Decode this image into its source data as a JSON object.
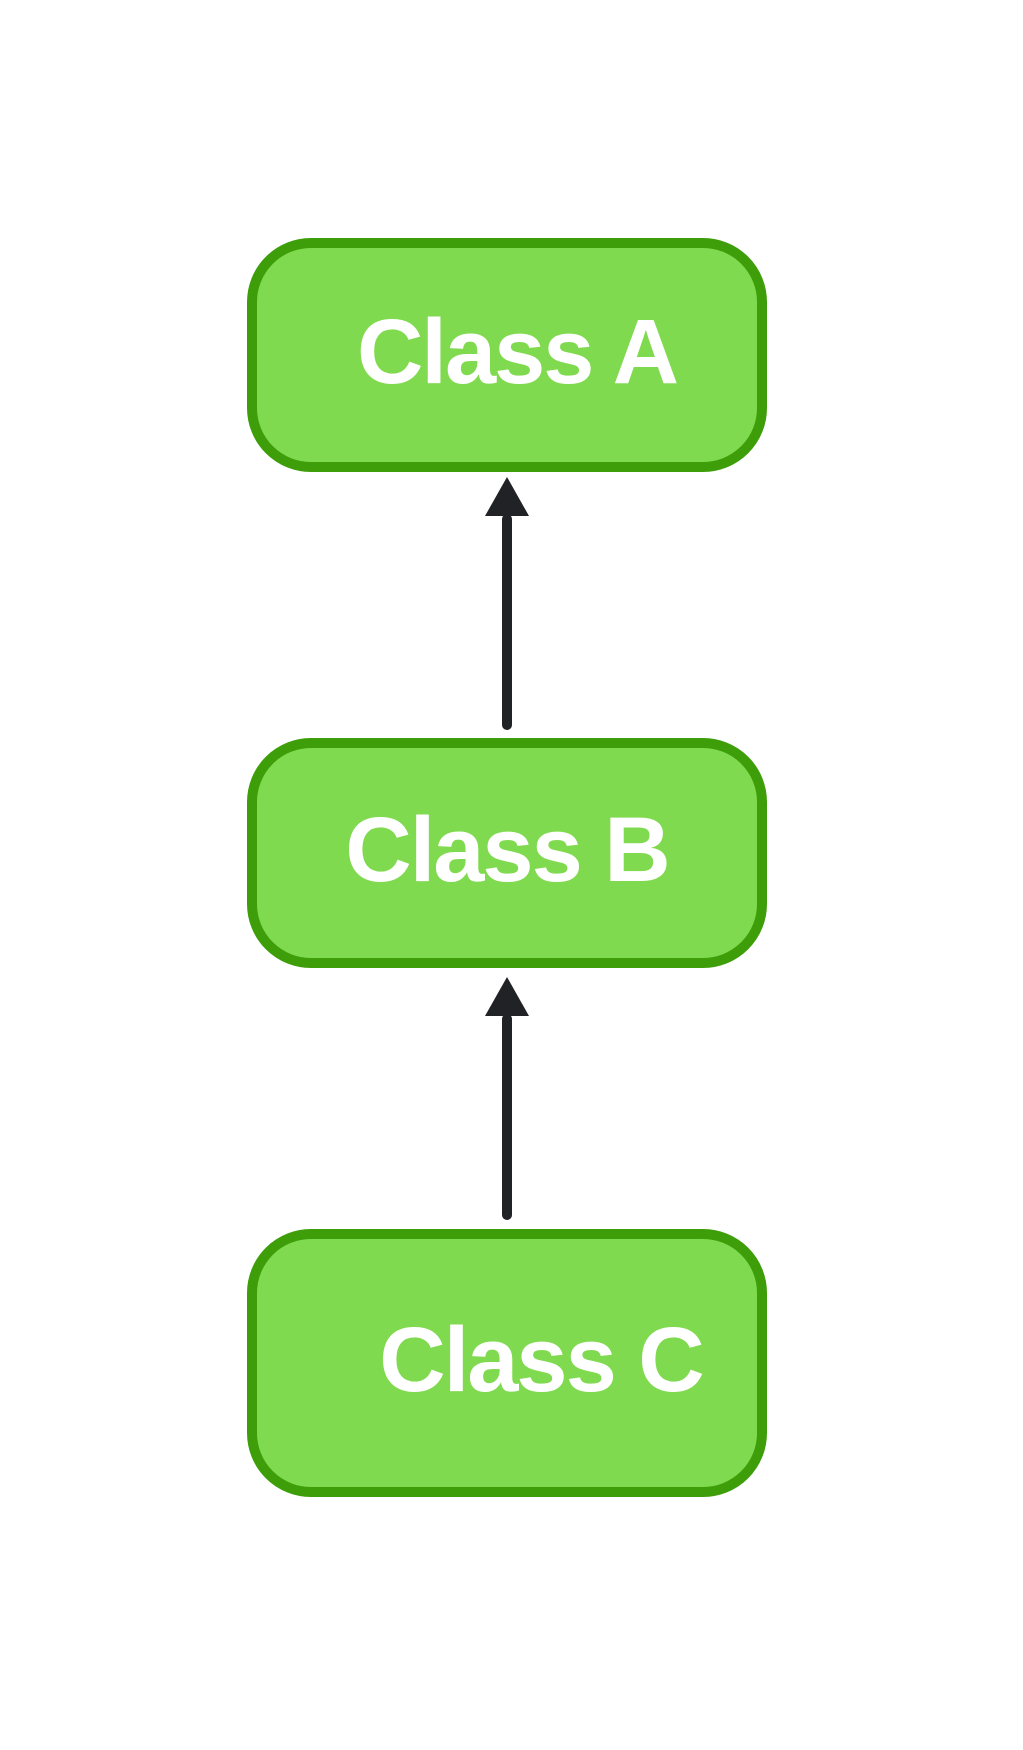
{
  "diagram": {
    "type": "flowchart",
    "direction": "bottom-to-top",
    "node_shape": "rounded-rectangle",
    "nodes": [
      {
        "id": "A",
        "label": "Class A"
      },
      {
        "id": "B",
        "label": "Class B"
      },
      {
        "id": "C",
        "label": "Class C"
      }
    ],
    "edges": [
      {
        "from": "B",
        "to": "A",
        "arrow": "solid-triangle-up"
      },
      {
        "from": "C",
        "to": "B",
        "arrow": "solid-triangle-up"
      }
    ],
    "colors": {
      "background": "#FFFFFF",
      "node_fill": "#80DA4F",
      "node_border": "#3E9E0A",
      "arrow": "#212226",
      "label_text": "#FFFFFF"
    }
  }
}
